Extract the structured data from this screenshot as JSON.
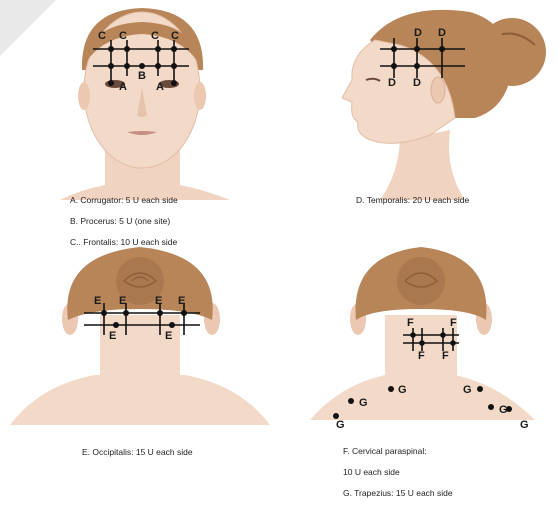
{
  "panels": [
    {
      "id": "a",
      "captions": [
        "A. Corrugator: 5 U each side",
        "B. Procerus: 5 U (one site)",
        "C.. Frontalis: 10 U each side"
      ],
      "labels": {
        "A": "A",
        "B": "B",
        "C": "C"
      }
    },
    {
      "id": "d",
      "captions": [
        "D. Temporalis: 20 U each side"
      ],
      "labels": {
        "D": "D"
      }
    },
    {
      "id": "e",
      "captions": [
        "E. Occipitalis: 15 U each side"
      ],
      "labels": {
        "E": "E"
      }
    },
    {
      "id": "f",
      "captions": [
        "F. Cervical paraspinal:",
        "10 U each side",
        "G. Trapezius: 15 U each side"
      ],
      "labels": {
        "F": "F",
        "G": "G"
      }
    }
  ],
  "colors": {
    "skin": "#f3d9c8",
    "skin_shade": "#e2bda6",
    "hair": "#b88559",
    "hair_dark": "#8d5f3a",
    "line": "#111111",
    "dot": "#111111"
  }
}
